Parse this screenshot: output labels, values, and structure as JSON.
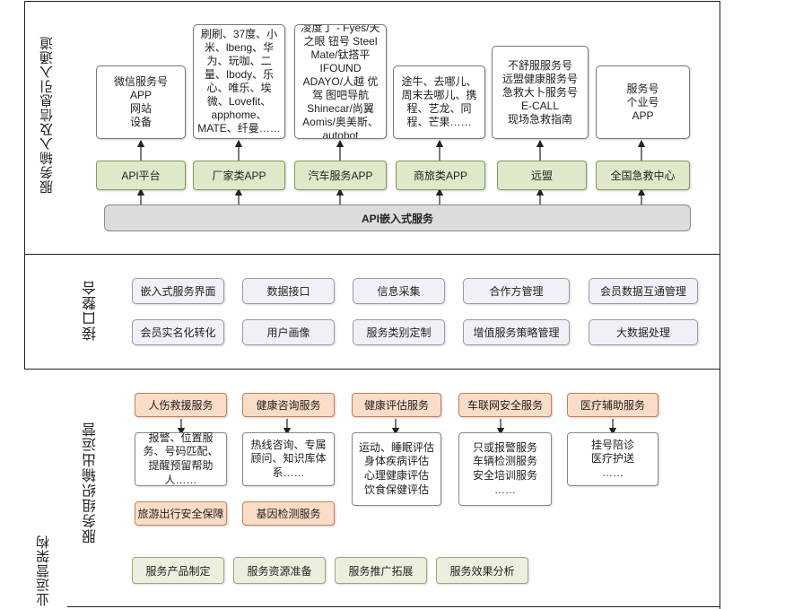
{
  "section_input": {
    "title": "服务输入及信息引入通道",
    "sources": [
      {
        "text": "微信服务号\nAPP\n网站\n设备"
      },
      {
        "text": "刷刷、37度、小米、lbeng、华为、玩咖、二量、Ibody、乐心、唯乐、埃微、Lovefit、apphome、MATE、纤曼……"
      },
      {
        "text": "凌度丁 - Fyes/天之眼 钮号 Steel Mate/钛搭平 IFOUND ADAYO/人越 优驾 图吧导航 Shinecar/尚翼 Aomis/奥美斯、autobot"
      },
      {
        "text": "途牛、去哪儿、周末去哪儿、携程、艺龙、同程、芒果……"
      },
      {
        "text": "不舒服服务号\n远盟健康服务号\n急救大卜服务号\nE-CALL\n现场急救指南"
      },
      {
        "text": "服务号\n个业号\nAPP"
      }
    ],
    "channels": [
      "API平台",
      "厂家类APP",
      "汽车服务APP",
      "商旅类APP",
      "远盟",
      "全国急救中心"
    ],
    "api_bar": "API嵌入式服务"
  },
  "section_interface": {
    "title": "接口整合",
    "row1": [
      "嵌入式服务界面",
      "数据接口",
      "信息采集",
      "合作方管理",
      "会员数据互通管理"
    ],
    "row2": [
      "会员实名化转化",
      "用户画像",
      "服务类别定制",
      "增值服务策略管理",
      "大数据处理"
    ]
  },
  "section_output": {
    "title": "服务组织输出运营",
    "services": [
      {
        "name": "人伤救援服务",
        "detail": "报警、位置服务、号码匹配、提醒预留帮助人……"
      },
      {
        "name": "健康咨询服务",
        "detail": "热线咨询、专属顾问、知识库体系……"
      },
      {
        "name": "健康评估服务",
        "detail": "运动、睡眠评估\n身体疾病评估\n心理健康评估\n饮食保健评估"
      },
      {
        "name": "车联网安全服务",
        "detail": "只或报警服务\n车辆检测服务\n安全培训服务\n……"
      },
      {
        "name": "医疗辅助服务",
        "detail": "挂号陪诊\n医疗护送\n……"
      }
    ],
    "extra": [
      "旅游出行安全保障",
      "基因检测服务"
    ],
    "bottom": [
      "服务产品制定",
      "服务资源准备",
      "服务推广拓展",
      "服务效果分析"
    ]
  },
  "side_label": "业运营架构"
}
